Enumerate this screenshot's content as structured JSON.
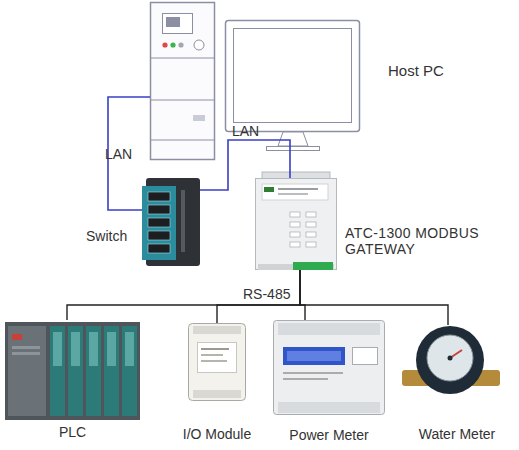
{
  "diagram": {
    "nodes": [
      {
        "text": [
          "Host PC"
        ]
      },
      {
        "text": [
          "Switch"
        ]
      },
      {
        "text": [
          "ATC-1300 MODBUS GATEWAY"
        ]
      },
      {
        "text": [
          "PLC"
        ]
      },
      {
        "text": [
          "I/O Module"
        ]
      },
      {
        "text": [
          "Power Meter"
        ]
      },
      {
        "text": [
          "Water Meter"
        ]
      }
    ],
    "edges": [
      {
        "from": 0,
        "to": 1,
        "label": "LAN",
        "arrow": "none"
      },
      {
        "from": 1,
        "to": 2,
        "label": "LAN",
        "arrow": "none"
      },
      {
        "from": 2,
        "to": 3,
        "arrow": "none"
      },
      {
        "from": 2,
        "to": 4,
        "arrow": "none"
      },
      {
        "from": 2,
        "to": 5,
        "arrow": "none"
      },
      {
        "from": 2,
        "to": 6,
        "arrow": "none"
      }
    ],
    "labels": [
      "RS-485"
    ]
  }
}
